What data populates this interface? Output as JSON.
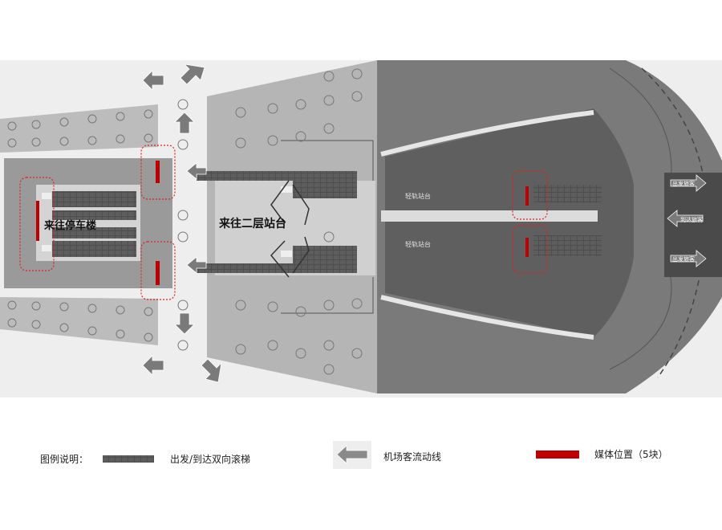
{
  "labels": {
    "parking": "来往停车楼",
    "level2": "来往二层站台",
    "rail_upper": "轻轨站台",
    "rail_lower": "轻轨站台",
    "exit_top": "出发旅客",
    "exit_mid": "到达旅客",
    "exit_bottom": "出发旅客"
  },
  "legend": {
    "title": "图例说明：",
    "escalator": "出发/到达双向滚梯",
    "flow": "机场客流动线",
    "media": "媒体位置（5块）"
  },
  "colors": {
    "media": "#c00000",
    "dashed_box": "#e02020",
    "escalator": "#555555"
  }
}
